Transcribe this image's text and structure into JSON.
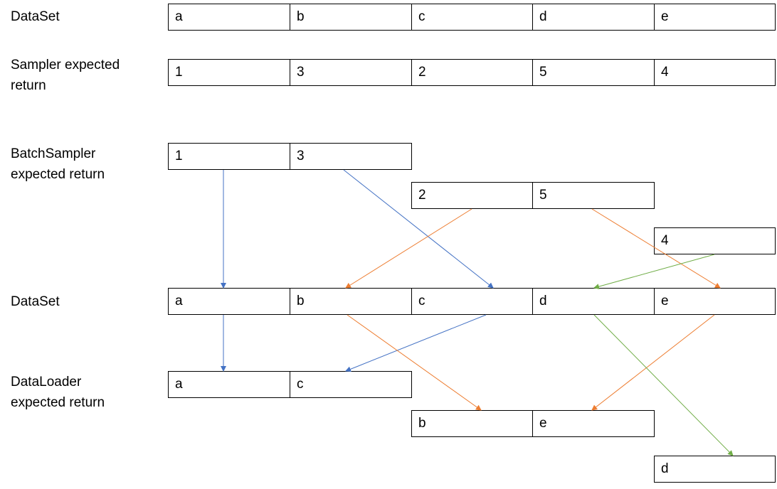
{
  "labels": {
    "dataset_top": "DataSet",
    "sampler": "Sampler expected\nreturn",
    "batch_sampler": "BatchSampler\nexpected return",
    "dataset_mid": "DataSet",
    "dataloader": "DataLoader\nexpected return"
  },
  "dataset_top": [
    "a",
    "b",
    "c",
    "d",
    "e"
  ],
  "sampler": [
    "1",
    "3",
    "2",
    "5",
    "4"
  ],
  "batches": [
    [
      "1",
      "3"
    ],
    [
      "2",
      "5"
    ],
    [
      "4"
    ]
  ],
  "dataset_mid": [
    "a",
    "b",
    "c",
    "d",
    "e"
  ],
  "loader": [
    [
      "a",
      "c"
    ],
    [
      "b",
      "e"
    ],
    [
      "d"
    ]
  ],
  "colors": {
    "batch1": "#4472C4",
    "batch2": "#ED7D31",
    "batch3": "#70AD47",
    "border": "#000000"
  }
}
